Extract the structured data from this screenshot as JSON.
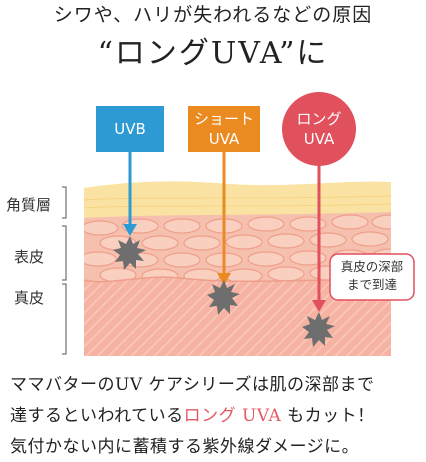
{
  "heading": {
    "line1": "シワや、ハリが失われるなどの原因",
    "line2": "“ロングUVA”に"
  },
  "labels": {
    "uvb": "UVB",
    "short_uva_line1": "ショート",
    "short_uva_line2": "UVA",
    "long_uva_line1": "ロング",
    "long_uva_line2": "UVA"
  },
  "layers": {
    "stratum": "角質層",
    "epidermis": "表皮",
    "dermis": "真皮"
  },
  "callout": {
    "line1": "真皮の深部",
    "line2": "まで到達"
  },
  "body": {
    "line1": "ママバターのUV ケアシリーズは肌の深部まで",
    "line2_pre": "達するといわれている",
    "line2_red": "ロング UVA",
    "line2_post": " もカット！",
    "line3": "気付かない内に蓄積する紫外線ダメージに。"
  },
  "colors": {
    "uvb": "#2e9ad3",
    "short_uva": "#ec8a22",
    "long_uva": "#e0505d",
    "accent_text": "#e25a64",
    "stratum": "#f9df98",
    "epidermis": "#f3b8a8",
    "dermis": "#f2a898"
  }
}
